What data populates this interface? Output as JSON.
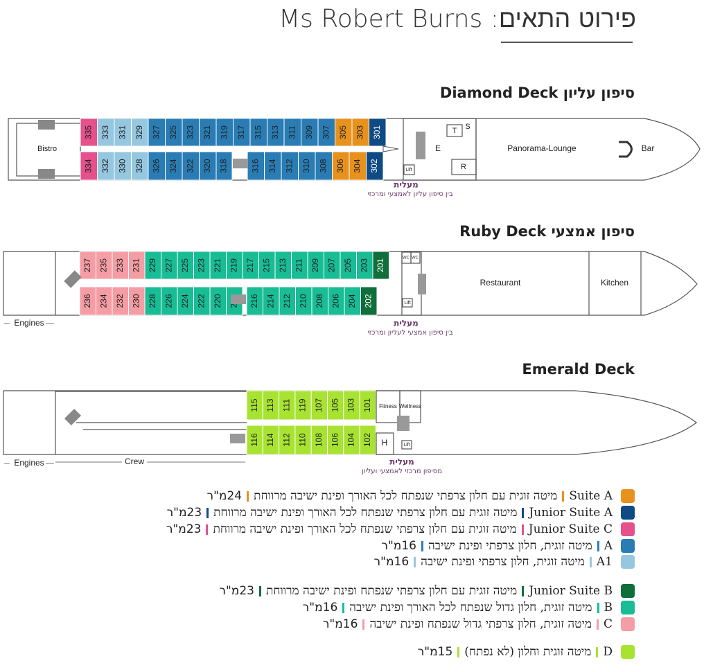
{
  "header": {
    "title": "פירוט התאים: Ms Robert Burns"
  },
  "decks": {
    "diamond": {
      "title": "סיפון עליון Diamond Deck",
      "top": [
        "335",
        "333",
        "331",
        "329",
        "327",
        "325",
        "323",
        "321",
        "319",
        "317",
        "315",
        "313",
        "311",
        "309",
        "307",
        "305",
        "303",
        "301"
      ],
      "bottom": [
        "334",
        "332",
        "330",
        "328",
        "326",
        "324",
        "322",
        "320",
        "318",
        "316",
        "314",
        "312",
        "310",
        "308",
        "306",
        "304",
        "302"
      ],
      "bistro": "Bistro",
      "lounge": "Panorama-Lounge",
      "bar": "Bar",
      "e": "E",
      "t": "T",
      "s": "S",
      "r": "R",
      "lift": "Lift",
      "elevator": "מעלית",
      "elevator_note": "בין סיפון עליון לאמצעי ומרכזי"
    },
    "ruby": {
      "title": "סיפון אמצעי Ruby Deck",
      "top": [
        "237",
        "235",
        "233",
        "231",
        "229",
        "227",
        "225",
        "223",
        "221",
        "219",
        "217",
        "215",
        "213",
        "211",
        "209",
        "207",
        "205",
        "203",
        "201"
      ],
      "bottom": [
        "236",
        "234",
        "232",
        "230",
        "228",
        "226",
        "224",
        "222",
        "220",
        "218",
        "216",
        "214",
        "212",
        "210",
        "208",
        "206",
        "204",
        "202"
      ],
      "restaurant": "Restaurant",
      "kitchen": "Kitchen",
      "wc": "WC",
      "lift": "Lift",
      "engines": "Engines",
      "elevator": "מעלית",
      "elevator_note": "בין סיפון אמצעי לעליון ומרכזי"
    },
    "emerald": {
      "title": "Emerald Deck",
      "top": [
        "115",
        "113",
        "111",
        "119",
        "107",
        "105",
        "103",
        "101"
      ],
      "bottom": [
        "116",
        "114",
        "112",
        "110",
        "108",
        "106",
        "104",
        "102"
      ],
      "fitness": "Fitness",
      "wellness": "Wellness",
      "h": "H",
      "lift": "Lift",
      "engines": "Engines",
      "crew": "Crew",
      "elevator": "מעלית",
      "elevator_note": "מסיפון מרכזי לאמצעי ועליון"
    }
  },
  "colors": {
    "suite_a": "#E8921E",
    "junior_a": "#0E4A84",
    "junior_c": "#E4518C",
    "a": "#2A7DB4",
    "a1": "#96C7E0",
    "junior_b": "#0F6E39",
    "b": "#18BC95",
    "c": "#F59DA4",
    "d": "#A8E332"
  },
  "legend": [
    {
      "code": "Suite A",
      "desc": "מיטה זוגית עם חלון צרפתי שנפתח לכל האורך ופינת ישיבה מרווחת",
      "size": "24מ\"ר",
      "color": "#E8921E"
    },
    {
      "code": "Junior Suite A",
      "desc": "מיטה זוגית עם חלון צרפתי שנפתח לכל האורך ופינת ישיבה מרווחת",
      "size": "23מ\"ר",
      "color": "#0E4A84"
    },
    {
      "code": "Junior Suite C",
      "desc": "מיטה זוגית עם חלון צרפתי שנפתח לכל האורך ופינת ישיבה מרווחת",
      "size": "23מ\"ר",
      "color": "#E4518C"
    },
    {
      "code": "A",
      "desc": "מיטה זוגית, חלון צרפתי ופינת ישיבה",
      "size": "16מ\"ר",
      "color": "#2A7DB4"
    },
    {
      "code": "A1",
      "desc": "מיטה זוגית, חלון צרפתי ופינת ישיבה",
      "size": "16מ\"ר",
      "color": "#96C7E0"
    },
    {
      "code": "Junior Suite B",
      "desc": "מיטה זוגית עם חלון צרפתי שנפתח ופינת ישיבה מרווחת",
      "size": "23מ\"ר",
      "color": "#0F6E39"
    },
    {
      "code": "B",
      "desc": "מיטה זוגית, חלון גדול שנפתח לכל האורך ופינת ישיבה",
      "size": "16מ\"ר",
      "color": "#18BC95"
    },
    {
      "code": "C",
      "desc": "מיטה זוגית, חלון צרפתי גדול שנפתח ופינת ישיבה",
      "size": "16מ\"ר",
      "color": "#F59DA4"
    },
    {
      "code": "D",
      "desc": "מיטה זוגית וחלון (לא נפתח)",
      "size": "15מ\"ר",
      "color": "#A8E332"
    }
  ]
}
